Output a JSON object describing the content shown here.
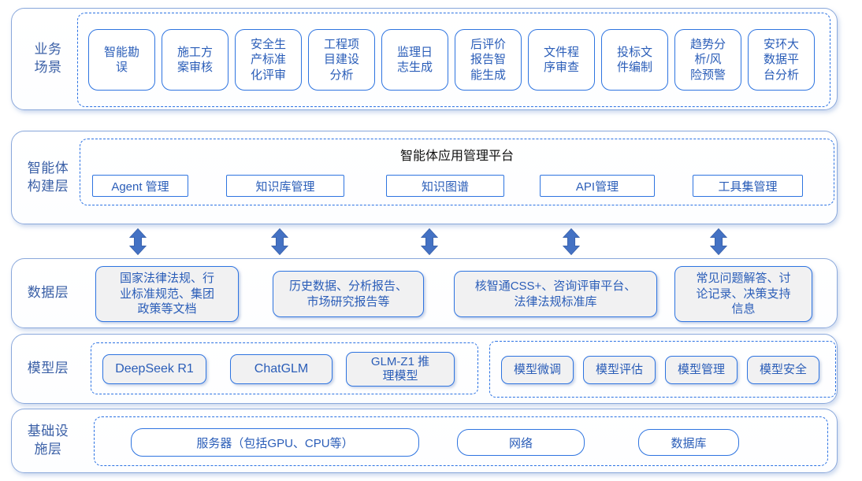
{
  "colors": {
    "accent_blue_border": "#2e74e0",
    "dashed_blue": "#2b72e3",
    "container_border": "#8aa8db",
    "text_blue": "#2a5db8",
    "label_blue": "#3a5fa6",
    "arrow_fill": "#4472c4",
    "gray_card_fill": "#f1f1f2",
    "title_black": "#111111"
  },
  "connectors": {
    "type": "bidirectional-vertical-arrow",
    "count": 5
  },
  "layers": {
    "business": {
      "label": "业务\n场景",
      "items": [
        "智能勘\n误",
        "施工方\n案审核",
        "安全生\n产标准\n化评审",
        "工程项\n目建设\n分析",
        "监理日\n志生成",
        "后评价\n报告智\n能生成",
        "文件程\n序审查",
        "投标文\n件编制",
        "趋势分\n析/风\n险预警",
        "安环大\n数据平\n台分析"
      ]
    },
    "agent": {
      "label": "智能体\n构建层",
      "platform_title": "智能体应用管理平台",
      "items": [
        "Agent 管理",
        "知识库管理",
        "知识图谱",
        "API管理",
        "工具集管理"
      ]
    },
    "data": {
      "label": "数据层",
      "items": [
        "国家法律法规、行\n业标准规范、集团\n政策等文档",
        "历史数据、分析报告、\n市场研究报告等",
        "核智通CSS+、咨询评审平台、\n法律法规标准库",
        "常见问题解答、讨\n论记录、决策支持\n信息"
      ]
    },
    "model": {
      "label": "模型层",
      "base_models": [
        "DeepSeek R1",
        "ChatGLM",
        "GLM-Z1 推\n理模型"
      ],
      "ops": [
        "模型微调",
        "模型评估",
        "模型管理",
        "模型安全"
      ]
    },
    "infra": {
      "label": "基础设\n施层",
      "items": [
        "服务器（包括GPU、CPU等）",
        "网络",
        "数据库"
      ]
    }
  }
}
